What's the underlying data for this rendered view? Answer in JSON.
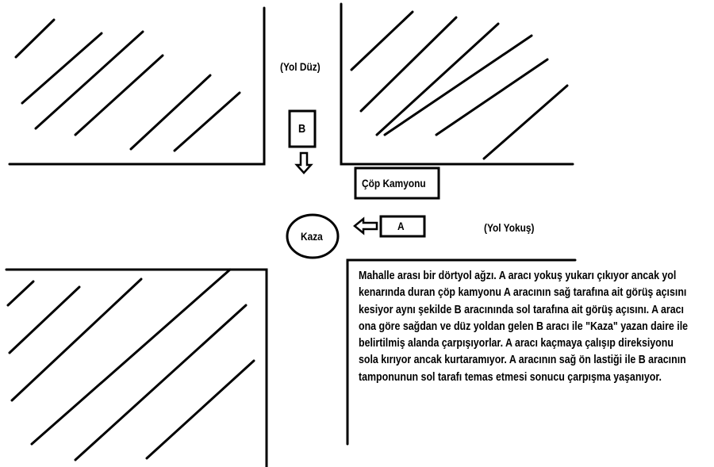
{
  "labels": {
    "road_flat": "(Yol Düz)",
    "road_uphill": "(Yol Yokuş)",
    "vehicle_b": "B",
    "vehicle_a": "A",
    "garbage_truck": "Çöp Kamyonu",
    "accident": "Kaza"
  },
  "description": "Mahalle arası bir dörtyol ağzı. A aracı yokuş yukarı çıkıyor ancak yol kenarında duran çöp kamyonu A aracının sağ tarafına ait görüş açısını kesiyor aynı şekilde B aracınında sol tarafına ait görüş açısını. A aracı ona göre sağdan ve düz yoldan gelen B aracı ile \"Kaza\" yazan daire ile belirtilmiş alanda çarpışıyorlar. A aracı kaçmaya çalışıp direksiyonu sola kırıyor ancak kurtaramıyor. A aracının sağ ön lastiği ile B aracının tamponunun sol tarafı temas etmesi sonucu çarpışma yaşanıyor."
}
